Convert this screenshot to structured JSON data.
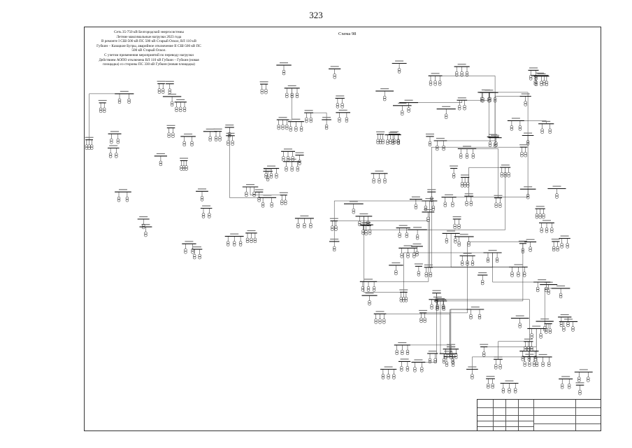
{
  "page": {
    "number": "323"
  },
  "title_block": {
    "lines": [
      "Сеть 35-750 кВ Белгородской энергосистемы",
      "Летние максимальные нагрузки 2023 года",
      "В ремонте I СШ-500 кВ ПС 500 кВ Старый Оскол, ВЛ 110 кВ",
      "Губкин – Казацкие Бугры, аварийное отключение II СШ-500 кВ ПС",
      "500 кВ Старый Оскол.",
      "С учетом применения мероприятий по переводу нагрузки",
      "Действием АОПО отключена ВЛ 110 кВ Губкин – Губкин (новая",
      "площадка) со стороны ПС 330 кВ Губкин (новая площадка)"
    ]
  },
  "scheme": {
    "label": "Схема 98"
  }
}
